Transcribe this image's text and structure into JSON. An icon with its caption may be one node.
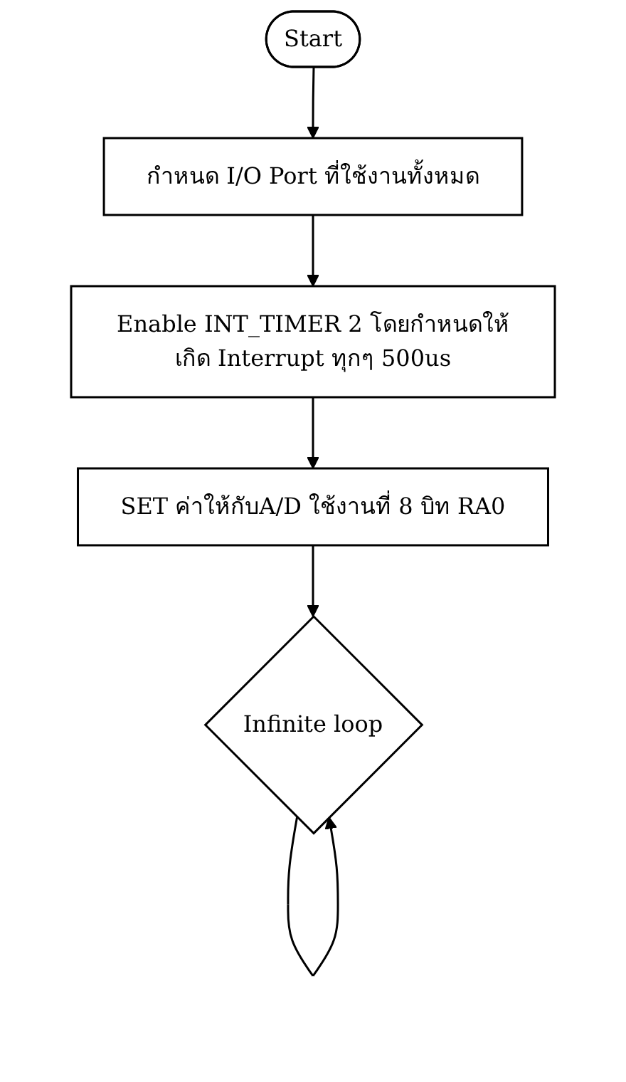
{
  "diagram": {
    "nodes": [
      {
        "text": [
          "Start"
        ]
      },
      {
        "text": [
          "กำหนด I/O Port ที่ใช้งานทั้งหมด"
        ]
      },
      {
        "text": [
          "Enable INT_TIMER 2 โดยกำหนดให้เกิด Interrupt ทุกๆ 500us"
        ]
      },
      {
        "text": [
          "SET ค่าให้กับA/D ใช้งานที่ 8 บิท RA0"
        ]
      },
      {
        "text": [
          "Infinite loop"
        ]
      }
    ],
    "edges": [
      {
        "from": 0,
        "to": 1,
        "arrow": "to"
      },
      {
        "from": 1,
        "to": 2,
        "arrow": "to"
      },
      {
        "from": 2,
        "to": 3,
        "arrow": "to"
      },
      {
        "from": 3,
        "to": 4,
        "arrow": "to"
      },
      {
        "from": 4,
        "to": 4,
        "arrow": "to"
      }
    ]
  }
}
